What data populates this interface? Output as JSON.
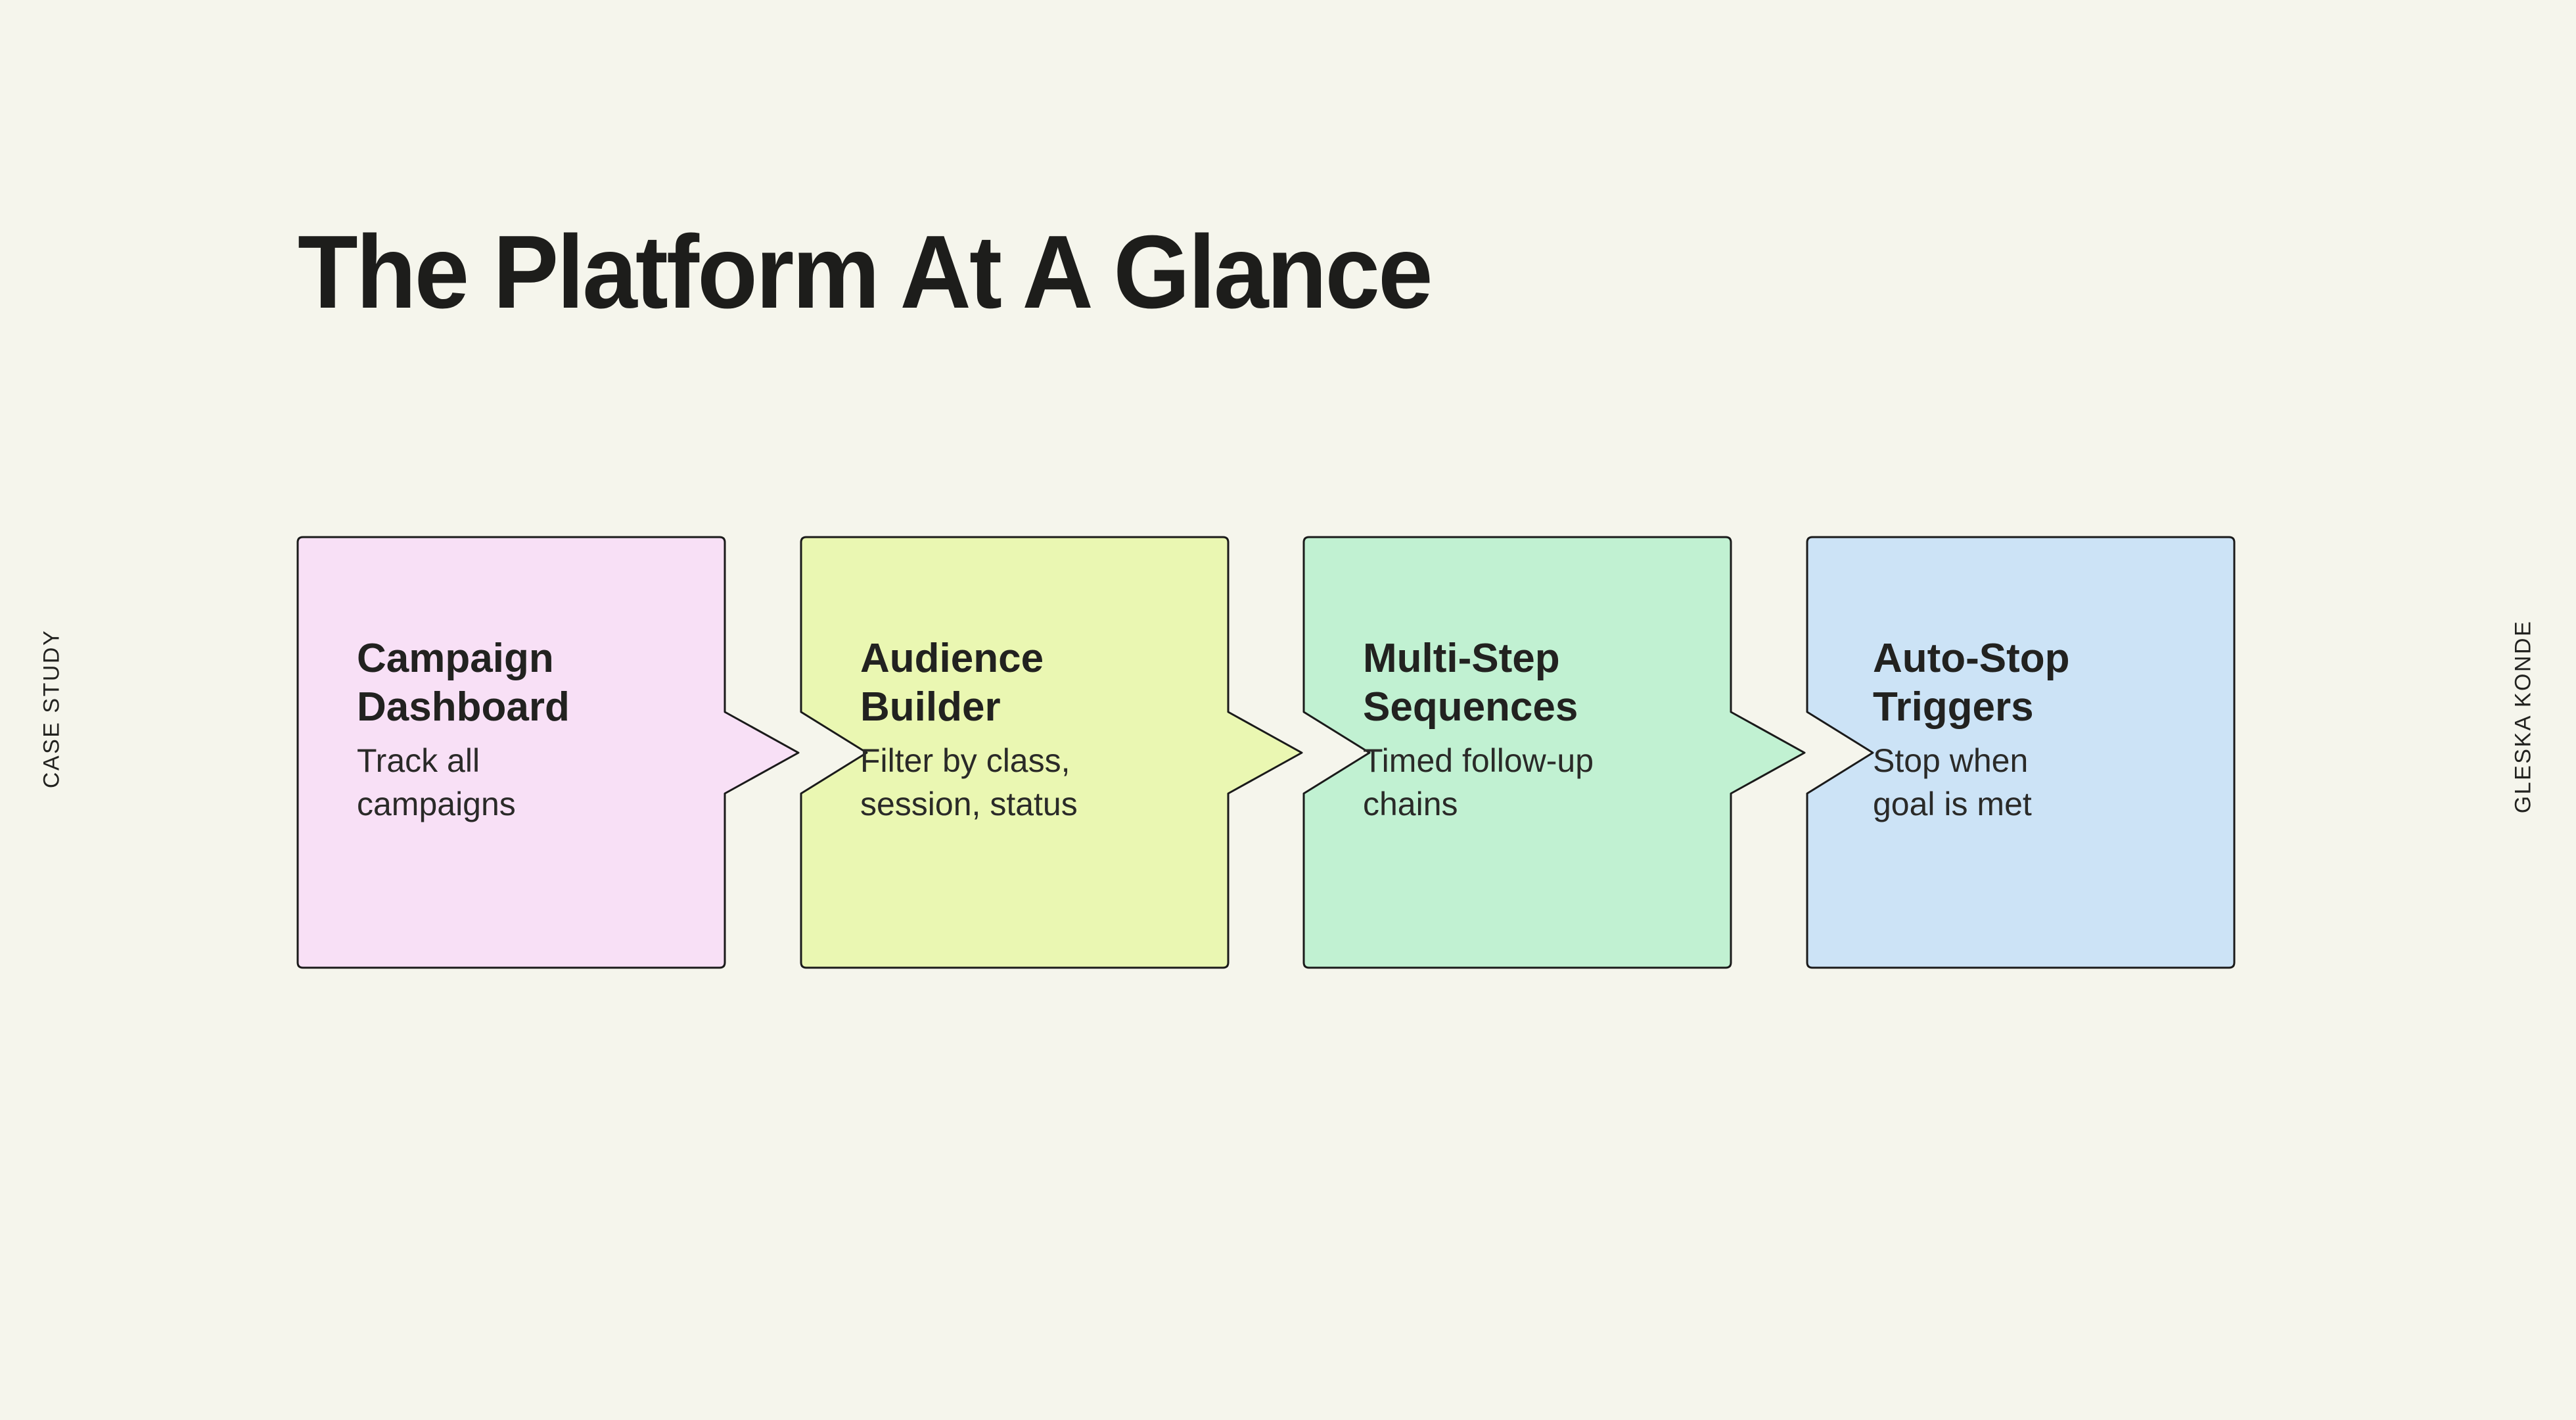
{
  "page": {
    "title": "The Platform At A Glance",
    "kicker": "CASE STUDY",
    "author": "GLESKA KONDE"
  },
  "colors": {
    "background": "#f5f5ec",
    "outline": "#1a1a1a",
    "title_text": "#1d1d1b",
    "step_text": "#222220"
  },
  "steps": [
    {
      "title": "Campaign\nDashboard",
      "body": "Track all\ncampaigns",
      "color": "#f8e0f6"
    },
    {
      "title": "Audience\nBuilder",
      "body": "Filter by class,\nsession, status",
      "color": "#eaf7b2"
    },
    {
      "title": "Multi-Step\nSequences",
      "body": "Timed follow-up\nchains",
      "color": "#c1f1d2"
    },
    {
      "title": "Auto-Stop\nTriggers",
      "body": "Stop when\ngoal is met",
      "color": "#cce3f6"
    }
  ]
}
